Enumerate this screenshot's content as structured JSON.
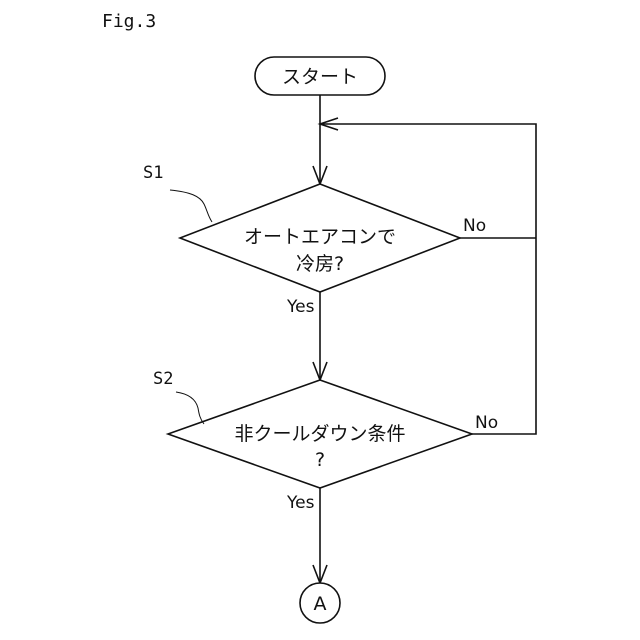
{
  "figure": {
    "label": "Fig.3"
  },
  "nodes": {
    "start": {
      "label": "スタート"
    },
    "s1": {
      "step": "S1",
      "line1": "オートエアコンで",
      "line2": "冷房?"
    },
    "s2": {
      "step": "S2",
      "line1": "非クールダウン条件",
      "line2": "?"
    },
    "connector": {
      "label": "A"
    }
  },
  "edges": {
    "s1_yes": "Yes",
    "s1_no": "No",
    "s2_yes": "Yes",
    "s2_no": "No"
  }
}
